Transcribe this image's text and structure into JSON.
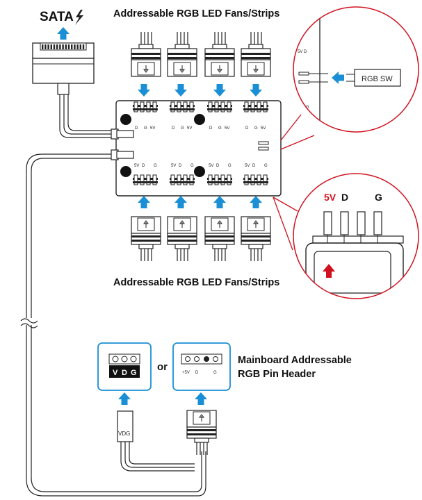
{
  "labels": {
    "sata": "SATA",
    "top_fans": "Addressable RGB LED Fans/Strips",
    "bottom_fans": "Addressable RGB LED Fans/Strips",
    "or": "or",
    "mainboard_line1": "Mainboard Addressable",
    "mainboard_line2": "RGB Pin Header",
    "rgb_sw": "RGB SW",
    "zoom_5v": "5V",
    "zoom_d": "D",
    "zoom_g": "G",
    "zoom_top_5v": "5V D",
    "zoom_top_g": "G"
  },
  "hub": {
    "top_pins_5v": "5V",
    "top_pins_d": "D",
    "top_pins_g": "G",
    "bottom_pins_5v": "5V",
    "bottom_pins_d": "D",
    "bottom_pins_g": "G"
  },
  "header_3pin": {
    "v": "V",
    "d": "D",
    "g": "G",
    "cable_label": "VDG"
  },
  "header_4pin": {
    "p5v": "+5V",
    "d": "D",
    "g": "G"
  },
  "colors": {
    "arrow_blue": "#1a8fd6",
    "accent_red": "#d0101e",
    "line": "#222222"
  }
}
